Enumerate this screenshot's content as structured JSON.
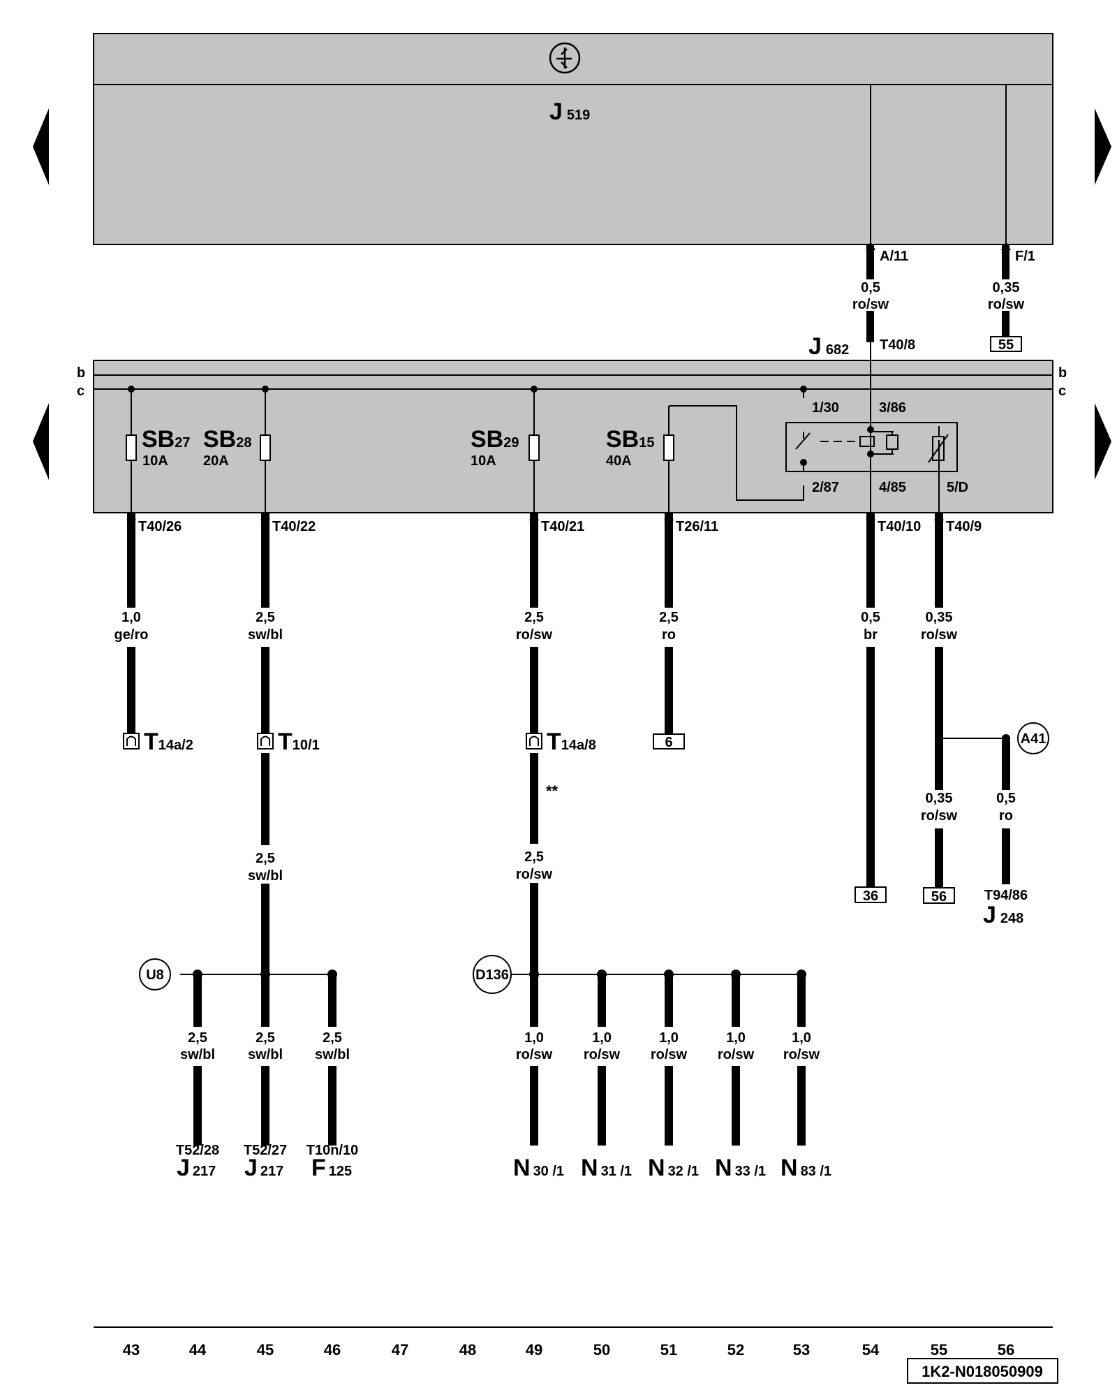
{
  "title_symbol": "ground-clock-icon",
  "control_unit": {
    "letter": "J",
    "number": "519"
  },
  "relay_unit": {
    "letter": "J",
    "number": "682"
  },
  "bus": {
    "b": "b",
    "c": "c"
  },
  "pins_top": {
    "a11": "A/11",
    "f1": "F/1",
    "t40_8": "T40/8"
  },
  "wires_top": {
    "a11_size": "0,5",
    "a11_color": "ro/sw",
    "f1_size": "0,35",
    "f1_color": "ro/sw"
  },
  "refs": {
    "r55": "55",
    "r6": "6",
    "r36": "36",
    "r56": "56"
  },
  "fuses": [
    {
      "name": "SB",
      "num": "27",
      "amp": "10A"
    },
    {
      "name": "SB",
      "num": "28",
      "amp": "20A"
    },
    {
      "name": "SB",
      "num": "29",
      "amp": "10A"
    },
    {
      "name": "SB",
      "num": "15",
      "amp": "40A"
    }
  ],
  "relay_pins": {
    "p130": "1/30",
    "p386": "3/86",
    "p287": "2/87",
    "p485": "4/85",
    "p5d": "5/D"
  },
  "out_pins": [
    "T40/26",
    "T40/22",
    "T40/21",
    "T26/11",
    "T40/10",
    "T40/9"
  ],
  "wires_mid": [
    {
      "size": "1,0",
      "color": "ge/ro"
    },
    {
      "size": "2,5",
      "color": "sw/bl"
    },
    {
      "size": "2,5",
      "color": "ro/sw"
    },
    {
      "size": "2,5",
      "color": "ro"
    },
    {
      "size": "0,5",
      "color": "br"
    },
    {
      "size": "0,35",
      "color": "ro/sw"
    }
  ],
  "connectors": [
    {
      "letter": "T",
      "sub": "14a/2"
    },
    {
      "letter": "T",
      "sub": "10/1"
    },
    {
      "letter": "T",
      "sub": "14a/8"
    }
  ],
  "marker": "**",
  "wire_low_45": {
    "size": "2,5",
    "color": "sw/bl"
  },
  "wire_low_49": {
    "size": "2,5",
    "color": "ro/sw"
  },
  "a41": "A41",
  "wire_55b": {
    "size": "0,35",
    "color": "ro/sw"
  },
  "wire_56b": {
    "size": "0,5",
    "color": "ro"
  },
  "j248": {
    "pin": "T94/86",
    "letter": "J",
    "number": "248"
  },
  "splice_u8": "U8",
  "splice_d136": "D136",
  "branch_wires": [
    {
      "size": "2,5",
      "color": "sw/bl"
    },
    {
      "size": "2,5",
      "color": "sw/bl"
    },
    {
      "size": "2,5",
      "color": "sw/bl"
    },
    {
      "size": "1,0",
      "color": "ro/sw"
    },
    {
      "size": "1,0",
      "color": "ro/sw"
    },
    {
      "size": "1,0",
      "color": "ro/sw"
    },
    {
      "size": "1,0",
      "color": "ro/sw"
    },
    {
      "size": "1,0",
      "color": "ro/sw"
    }
  ],
  "ends": [
    {
      "pin": "T52/28",
      "letter": "J",
      "number": "217"
    },
    {
      "pin": "T52/27",
      "letter": "J",
      "number": "217"
    },
    {
      "pin": "T10n/10",
      "letter": "F",
      "number": "125"
    },
    {
      "pin": "",
      "letter": "N",
      "number": "30 /1"
    },
    {
      "pin": "",
      "letter": "N",
      "number": "31 /1"
    },
    {
      "pin": "",
      "letter": "N",
      "number": "32 /1"
    },
    {
      "pin": "",
      "letter": "N",
      "number": "33 /1"
    },
    {
      "pin": "",
      "letter": "N",
      "number": "83 /1"
    }
  ],
  "track_numbers": [
    "43",
    "44",
    "45",
    "46",
    "47",
    "48",
    "49",
    "50",
    "51",
    "52",
    "53",
    "54",
    "55",
    "56"
  ],
  "doc_id": "1K2-N018050909"
}
